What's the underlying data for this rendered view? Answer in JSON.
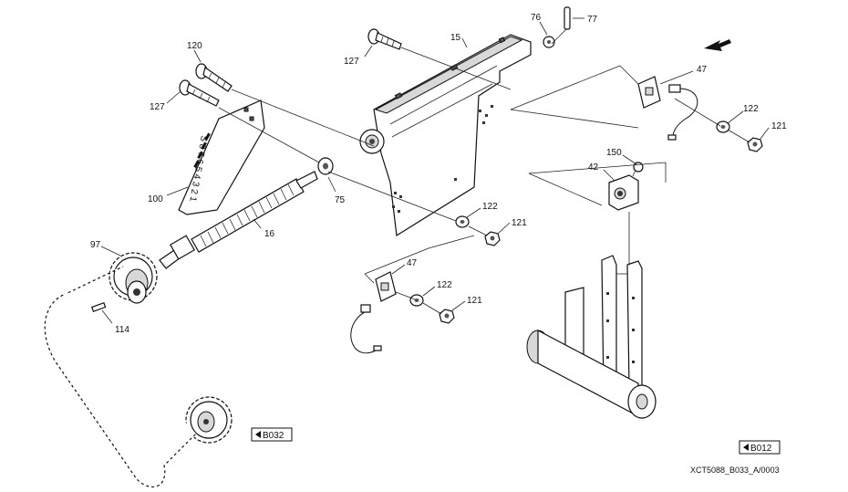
{
  "callouts": {
    "c120": "120",
    "c127a": "127",
    "c127b": "127",
    "c15": "15",
    "c76": "76",
    "c77": "77",
    "c47a": "47",
    "c122a": "122",
    "c121a": "121",
    "c150": "150",
    "c42": "42",
    "c100": "100",
    "c75": "75",
    "c16": "16",
    "c122b": "122",
    "c121b": "121",
    "c97": "97",
    "c47b": "47",
    "c122c": "122",
    "c121c": "121",
    "c114": "114"
  },
  "scale_marks": "S 8 7 6 5 4 3 2 1",
  "refs": {
    "left": "B032",
    "right": "B012"
  },
  "drawing_code": "XCT5088_B033_A/0003"
}
